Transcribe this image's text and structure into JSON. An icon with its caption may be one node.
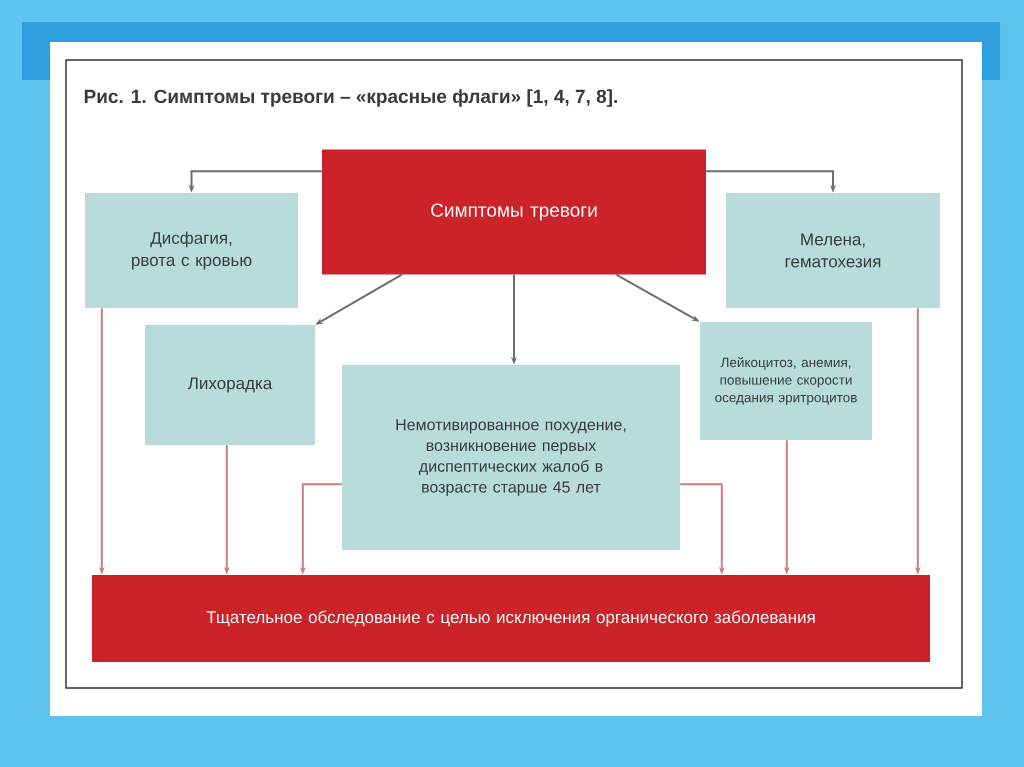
{
  "diagram": {
    "title": "Рис. 1. Симптомы тревоги – «красные флаги» [1, 4, 7, 8].",
    "nodes": [
      {
        "text": [
          "Симптомы тревоги"
        ]
      },
      {
        "text": [
          "Дисфагия, рвота с кровью"
        ]
      },
      {
        "text": [
          "Мелена, гематохезия"
        ]
      },
      {
        "text": [
          "Лихорадка"
        ]
      },
      {
        "text": [
          "Немотивированное похудение, возникновение первых диспептических жалоб в возрасте старше 45 лет"
        ]
      },
      {
        "text": [
          "Лейкоцитоз, анемия, повышение скорости оседания эритроцитов"
        ]
      },
      {
        "text": [
          "Тщательное обследование с целью исключения органического заболевания"
        ]
      }
    ],
    "edges": [
      {
        "from": 0,
        "to": 1,
        "arrow": "to",
        "color": "#6d6d6d"
      },
      {
        "from": 0,
        "to": 2,
        "arrow": "to",
        "color": "#6d6d6d"
      },
      {
        "from": 0,
        "to": 3,
        "arrow": "to",
        "color": "#6d6d6d"
      },
      {
        "from": 0,
        "to": 4,
        "arrow": "to",
        "color": "#6d6d6d"
      },
      {
        "from": 0,
        "to": 5,
        "arrow": "to",
        "color": "#6d6d6d"
      },
      {
        "from": 1,
        "to": 6,
        "arrow": "to"
      },
      {
        "from": 3,
        "to": 6,
        "arrow": "to"
      },
      {
        "from": 4,
        "to": 6,
        "arrow": "to"
      },
      {
        "from": 4,
        "to": 6,
        "arrow": "to"
      },
      {
        "from": 5,
        "to": 6,
        "arrow": "to"
      },
      {
        "from": 2,
        "to": 6,
        "arrow": "to"
      }
    ]
  }
}
